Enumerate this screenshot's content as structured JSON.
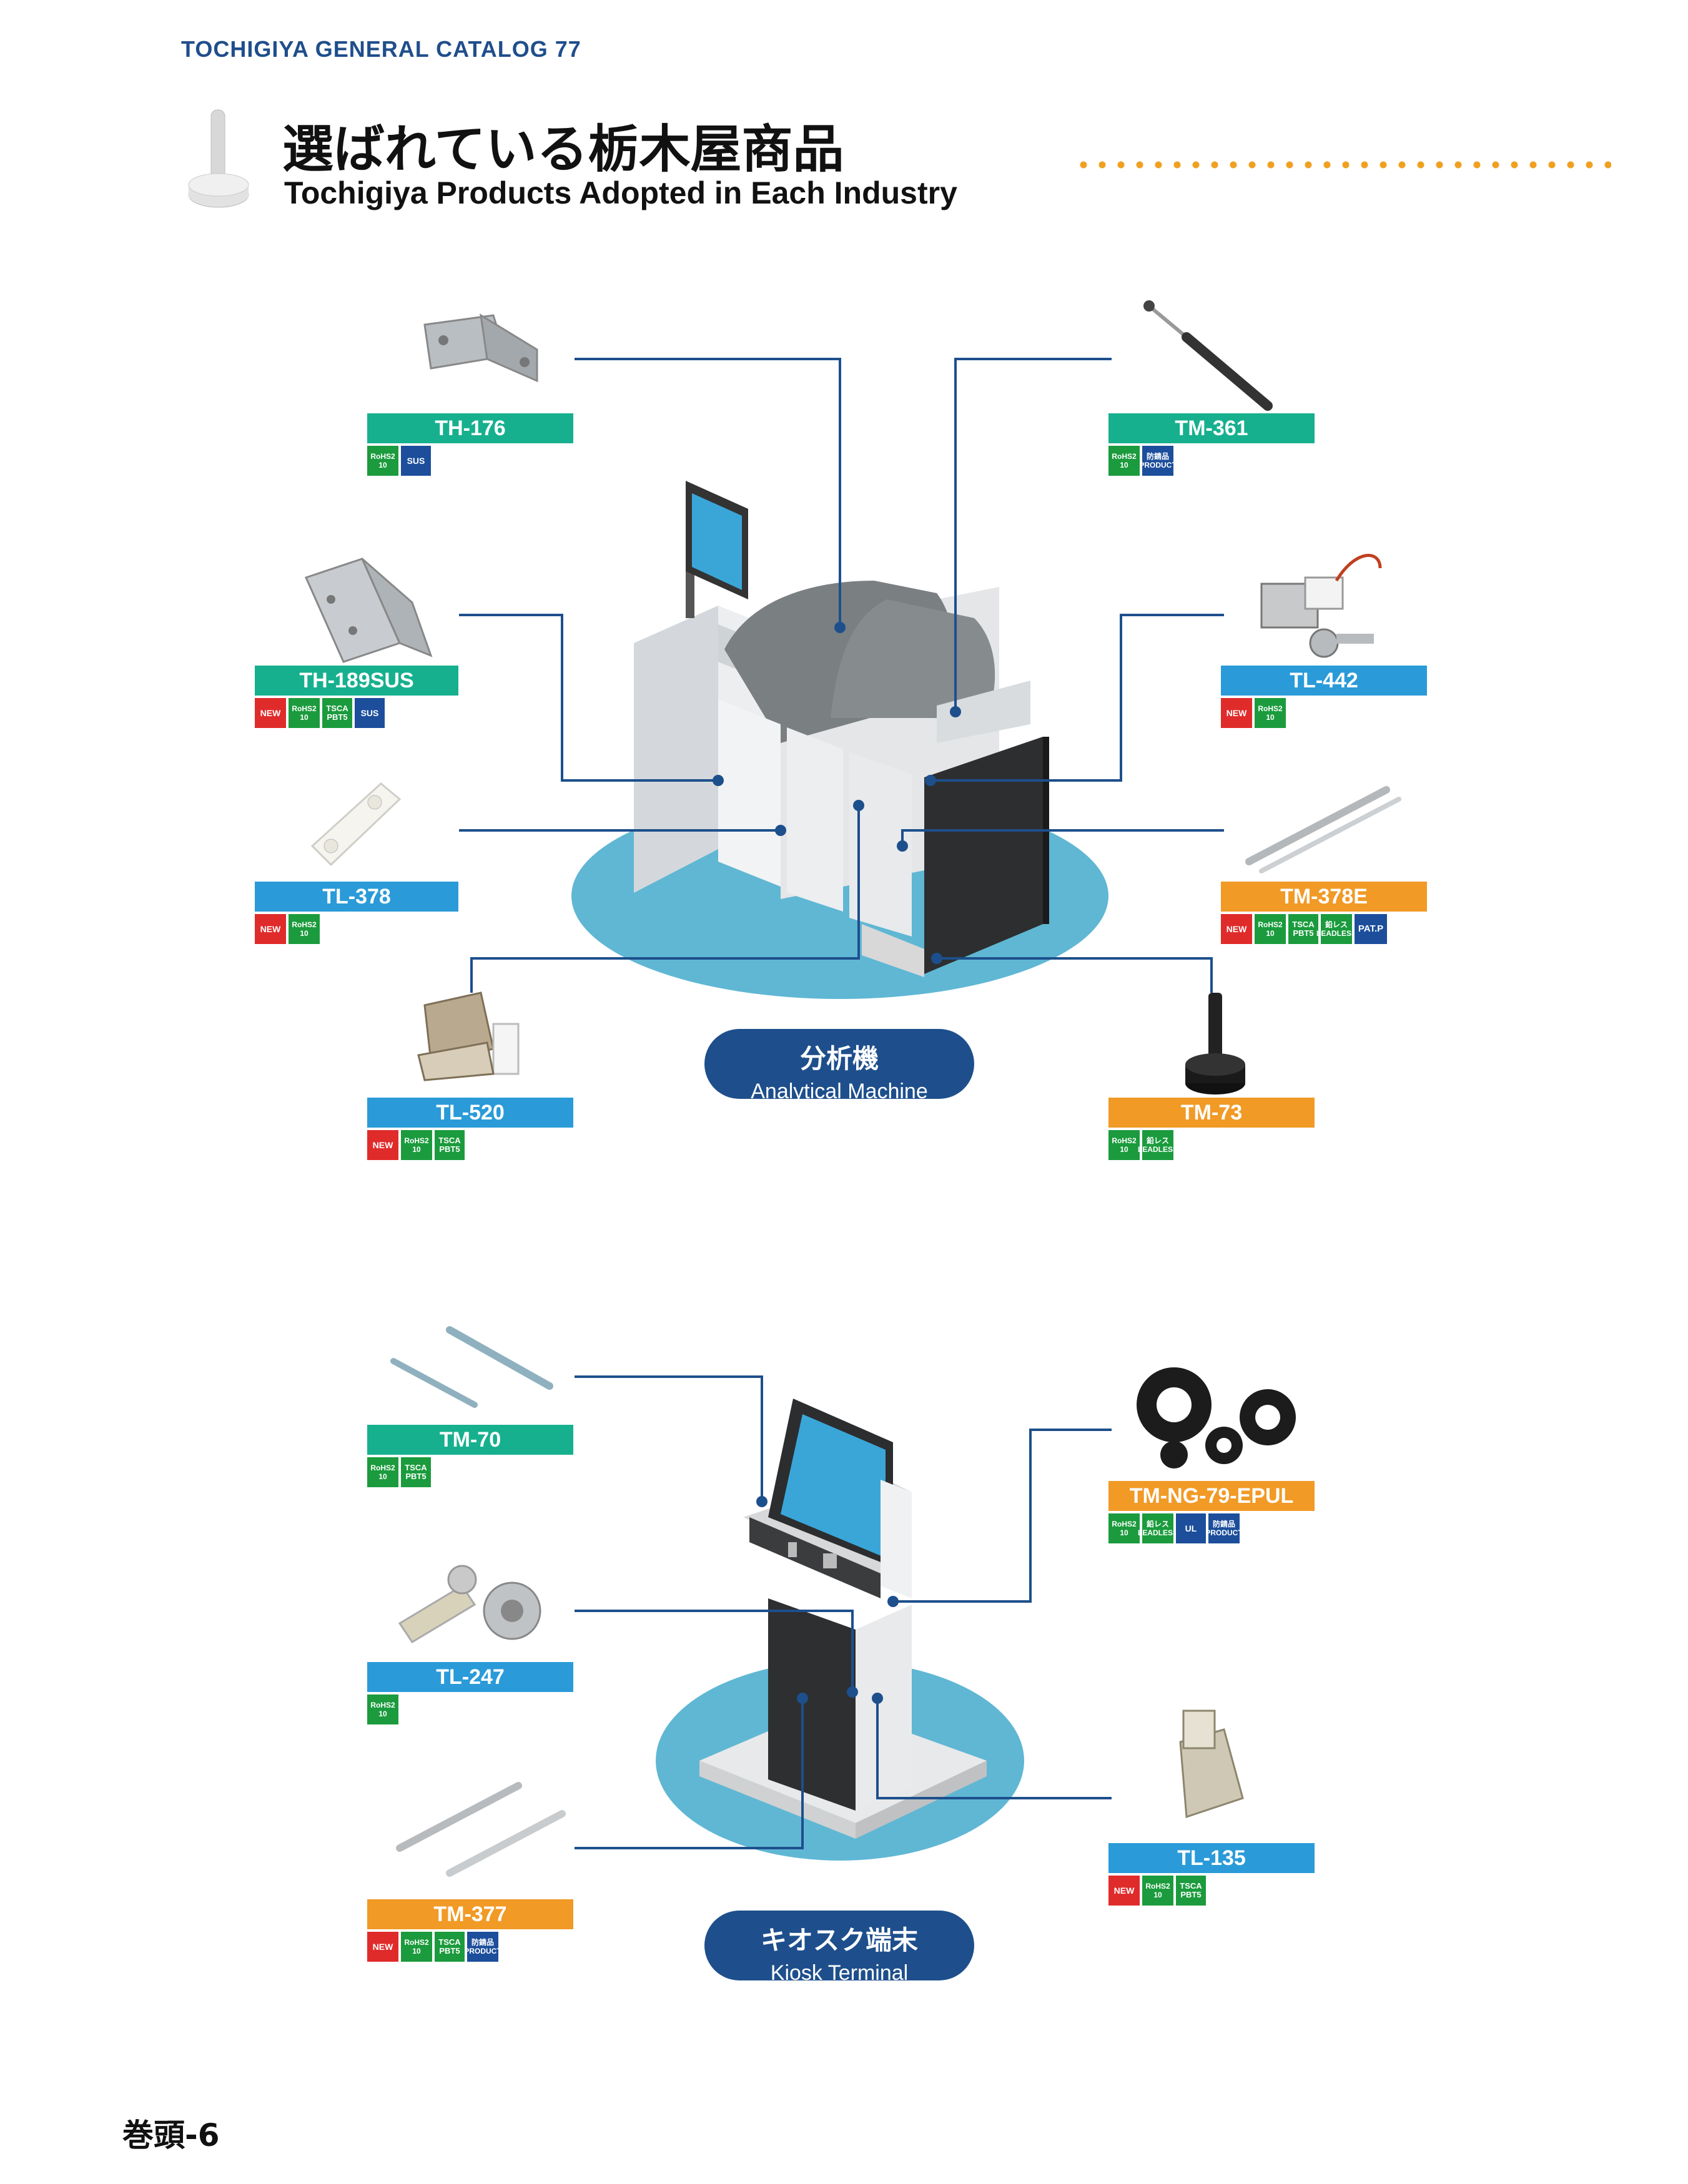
{
  "header": {
    "catalog": "TOCHIGIYA GENERAL CATALOG 77",
    "title_jp": "選ばれている栃木屋商品",
    "title_en": "Tochigiya Products Adopted in Each Industry"
  },
  "analytical": {
    "name_jp": "分析機",
    "name_en": "Analytical Machine",
    "products": [
      {
        "code": "TH-176",
        "color": "green",
        "badges": [
          "RoHS2 10",
          "SUS"
        ]
      },
      {
        "code": "TM-361",
        "color": "green",
        "badges": [
          "RoHS2 10",
          "防錆品 PRODUCT"
        ]
      },
      {
        "code": "TH-189SUS",
        "color": "green",
        "badges": [
          "NEW",
          "RoHS2 10",
          "TSCA PBT5",
          "SUS"
        ]
      },
      {
        "code": "TL-442",
        "color": "blue",
        "badges": [
          "NEW",
          "RoHS2 10"
        ]
      },
      {
        "code": "TL-378",
        "color": "blue",
        "badges": [
          "NEW",
          "RoHS2 10"
        ]
      },
      {
        "code": "TM-378E",
        "color": "orange",
        "badges": [
          "NEW",
          "RoHS2 10",
          "TSCA PBT5",
          "鉛レス LEADLESS",
          "PAT.P"
        ]
      },
      {
        "code": "TL-520",
        "color": "blue",
        "badges": [
          "NEW",
          "RoHS2 10",
          "TSCA PBT5"
        ]
      },
      {
        "code": "TM-73",
        "color": "orange",
        "badges": [
          "RoHS2 10",
          "鉛レス LEADLESS"
        ]
      }
    ]
  },
  "kiosk": {
    "name_jp": "キオスク端末",
    "name_en": "Kiosk Terminal",
    "products": [
      {
        "code": "TM-70",
        "color": "green",
        "badges": [
          "RoHS2 10",
          "TSCA PBT5"
        ]
      },
      {
        "code": "TM-NG-79-EPUL",
        "color": "orange",
        "badges": [
          "RoHS2 10",
          "鉛レス LEADLESS",
          "UL",
          "防錆品 PRODUCT"
        ]
      },
      {
        "code": "TL-247",
        "color": "blue",
        "badges": [
          "RoHS2 10"
        ]
      },
      {
        "code": "TL-135",
        "color": "blue",
        "badges": [
          "NEW",
          "RoHS2 10",
          "TSCA PBT5"
        ]
      },
      {
        "code": "TM-377",
        "color": "orange",
        "badges": [
          "NEW",
          "RoHS2 10",
          "TSCA PBT5",
          "防錆品 PRODUCT"
        ]
      }
    ]
  },
  "footer": {
    "page": "巻頭-6"
  }
}
